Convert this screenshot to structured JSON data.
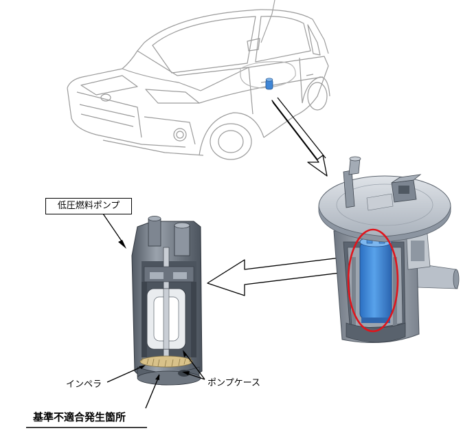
{
  "labels": {
    "pump_box": "低圧燃料ポンプ",
    "impeller": "インペラ",
    "pump_case": "ポンプケース",
    "defect_location": "基準不適合発生箇所"
  },
  "colors": {
    "pump_blue": "#3f86d6",
    "highlight_red": "#e0141b",
    "impeller_tan": "#d9c28a",
    "car_line": "#9a9a9a",
    "module_gray": "#8c95a1"
  }
}
